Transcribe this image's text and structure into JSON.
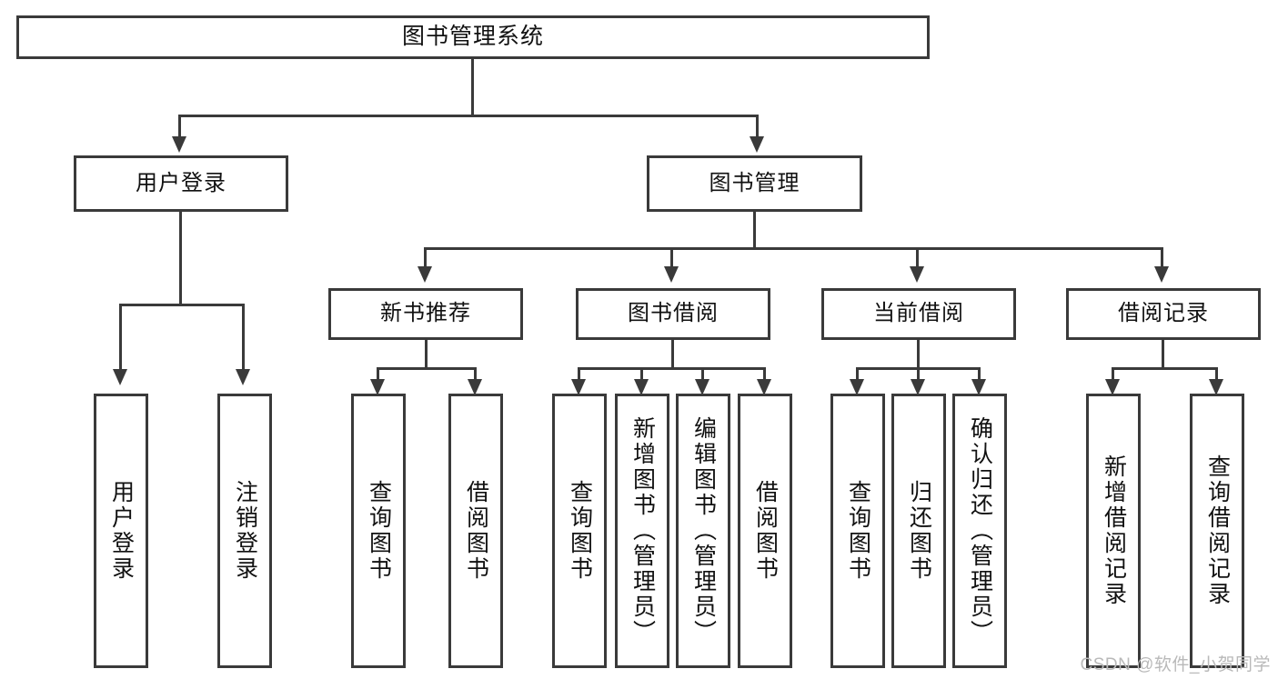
{
  "diagram": {
    "type": "tree-hierarchy",
    "title": "图书管理系统",
    "watermark": "CSDN @软件_小贺同学",
    "colors": {
      "background": "#ffffff",
      "border": "#3a3a3a",
      "text": "#111111",
      "watermark": "#b9b9b9"
    },
    "root": {
      "label": "图书管理系统"
    },
    "level2": [
      {
        "label": "用户登录"
      },
      {
        "label": "图书管理"
      }
    ],
    "level3": [
      {
        "label": "新书推荐"
      },
      {
        "label": "图书借阅"
      },
      {
        "label": "当前借阅"
      },
      {
        "label": "借阅记录"
      }
    ],
    "leaves": {
      "user_login": [
        {
          "label": "用户登录"
        },
        {
          "label": "注销登录"
        }
      ],
      "new_book_recommend": [
        {
          "label": "查询图书"
        },
        {
          "label": "借阅图书"
        }
      ],
      "book_borrow": [
        {
          "label": "查询图书"
        },
        {
          "label": "新增图书（管理员）"
        },
        {
          "label": "编辑图书（管理员）"
        },
        {
          "label": "借阅图书"
        }
      ],
      "current_borrow": [
        {
          "label": "查询图书"
        },
        {
          "label": "归还图书"
        },
        {
          "label": "确认归还（管理员）"
        }
      ],
      "borrow_record": [
        {
          "label": "新增借阅记录"
        },
        {
          "label": "查询借阅记录"
        }
      ]
    }
  }
}
